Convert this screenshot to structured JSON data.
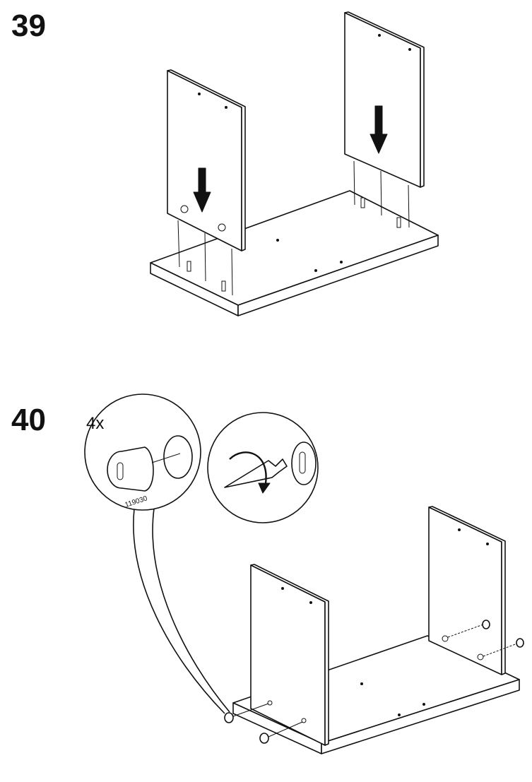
{
  "steps": [
    {
      "number": "39"
    },
    {
      "number": "40",
      "quantity": "4x",
      "part_number": "119030"
    }
  ],
  "colors": {
    "ink": "#111111",
    "background": "#ffffff"
  }
}
